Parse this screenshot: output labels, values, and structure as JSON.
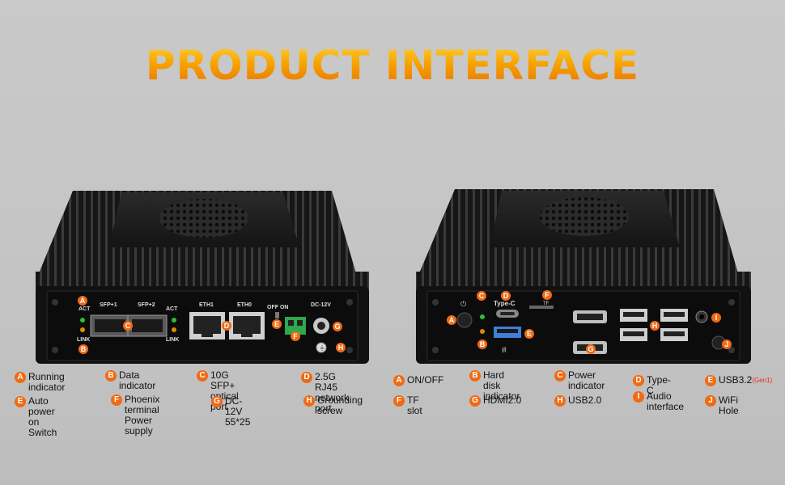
{
  "title": "PRODUCT INTERFACE",
  "accent_color": "#f06a14",
  "left_device": {
    "port_labels": {
      "act1": "ACT",
      "link1": "LINK",
      "sfp1": "SFP+1",
      "sfp2": "SFP+2",
      "act2": "ACT",
      "link2": "LINK",
      "eth1": "ETH1",
      "eth0": "ETH0",
      "off_on": "OFF ON",
      "dc": "DC-12V"
    },
    "markers": [
      "A",
      "B",
      "C",
      "D",
      "E",
      "F",
      "G",
      "H"
    ]
  },
  "right_device": {
    "port_labels": {
      "typec": "Type-C",
      "tf": "TF"
    },
    "markers": [
      "A",
      "B",
      "C",
      "D",
      "E",
      "F",
      "G",
      "H",
      "I",
      "J"
    ]
  },
  "left_legend": [
    {
      "key": "A",
      "text": "Running\nindicator"
    },
    {
      "key": "B",
      "text": "Data\nindicator"
    },
    {
      "key": "C",
      "text": "10G SFP+\noptical port"
    },
    {
      "key": "D",
      "text": "2.5G RJ45\nnetwork port"
    },
    {
      "key": "E",
      "text": "Auto power on\nSwitch"
    },
    {
      "key": "F",
      "text": "Phoenix terminal\nPower supply"
    },
    {
      "key": "G",
      "text": "DC-12V 55*25"
    },
    {
      "key": "H",
      "text": "Grounding\nscrew"
    }
  ],
  "right_legend": [
    {
      "key": "A",
      "text": "ON/OFF"
    },
    {
      "key": "B",
      "text": "Hard disk\nindicator"
    },
    {
      "key": "C",
      "text": "Power\nindicator"
    },
    {
      "key": "D",
      "text": "Type-C"
    },
    {
      "key": "E",
      "text": "USB3.2",
      "sup": "(Gen1)"
    },
    {
      "key": "F",
      "text": "TF slot"
    },
    {
      "key": "G",
      "text": "HDMI2.0"
    },
    {
      "key": "H",
      "text": "USB2.0"
    },
    {
      "key": "I",
      "text": "Audio\ninterface"
    },
    {
      "key": "J",
      "text": "WiFi Hole"
    }
  ]
}
